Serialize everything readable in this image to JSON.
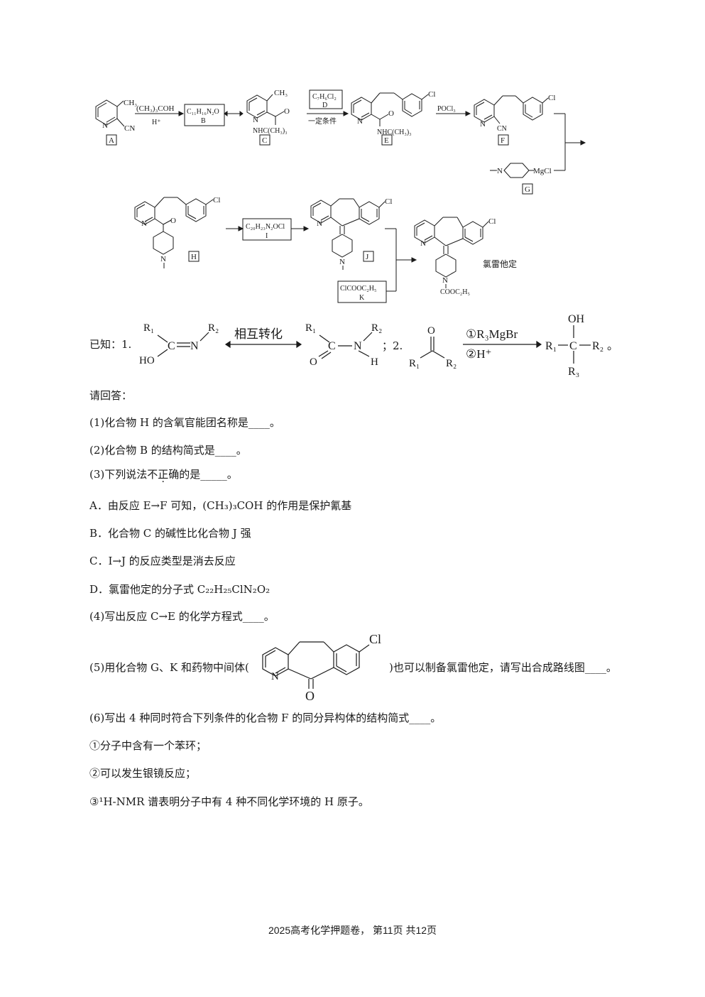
{
  "labels": {
    "A": "A",
    "B": "B",
    "C": "C",
    "D": "D",
    "E": "E",
    "F": "F",
    "G": "G",
    "H": "H",
    "I": "I",
    "J": "J",
    "K": "K"
  },
  "reagents": {
    "tbuoh": "(CH₃)₃COH",
    "h_plus": "H⁺",
    "b_formula": "C₁₁H₁₆N₂O",
    "d_formula": "C₇H₆Cl₂",
    "condition": "一定条件",
    "pocl3": "POCl₃",
    "i_formula": "C₂₀H₂₃N₂OCl",
    "k_formula": "ClCOOC₂H₅",
    "mgcl": "MgCl",
    "cn": "CN",
    "ch3": "CH₃",
    "cl": "Cl",
    "n": "N",
    "o": "O",
    "nhc": "NHC(CH₃)₃",
    "cooc2h5": "COOC₂H₅",
    "product": "氯雷他定"
  },
  "known": {
    "prefix": "已知：1.",
    "interconvert": "相互转化",
    "sep": "；2.",
    "reagent1": "①R₃MgBr",
    "reagent2": "②H⁺",
    "r1": "R₁",
    "r2": "R₂",
    "r3": "R₃",
    "ho": "HO",
    "oh": "OH",
    "h": "H",
    "end": "。"
  },
  "questions": {
    "intro": "请回答：",
    "q1": "(1)化合物 H 的含氧官能团名称是____。",
    "q2": "(2)化合物 B 的结构简式是____。",
    "q3a": "(3)下列说法",
    "q3dot": "不正确",
    "q3b": "的是_____。",
    "optA": "A．由反应 E→F 可知，(CH₃)₃COH 的作用是保护氰基",
    "optB": "B．化合物 C 的碱性比化合物 J 强",
    "optC": "C．I→J 的反应类型是消去反应",
    "optD": "D．氯雷他定的分子式 C₂₂H₂₅ClN₂O₂",
    "q4": "(4)写出反应 C→E 的化学方程式____。",
    "q5a": "(5)用化合物 G、K 和药物中间体(",
    "q5b": ")也可以制备氯雷他定，请写出合成路线图____。",
    "q6": "(6)写出 4 种同时符合下列条件的化合物 F 的同分异构体的结构简式____。",
    "c1": "①分子中含有一个苯环；",
    "c2": "②可以发生银镜反应；",
    "c3": "③¹H-NMR 谱表明分子中有 4 种不同化学环境的 H 原子。"
  },
  "footer": "2025高考化学押题卷，  第11页  共12页"
}
